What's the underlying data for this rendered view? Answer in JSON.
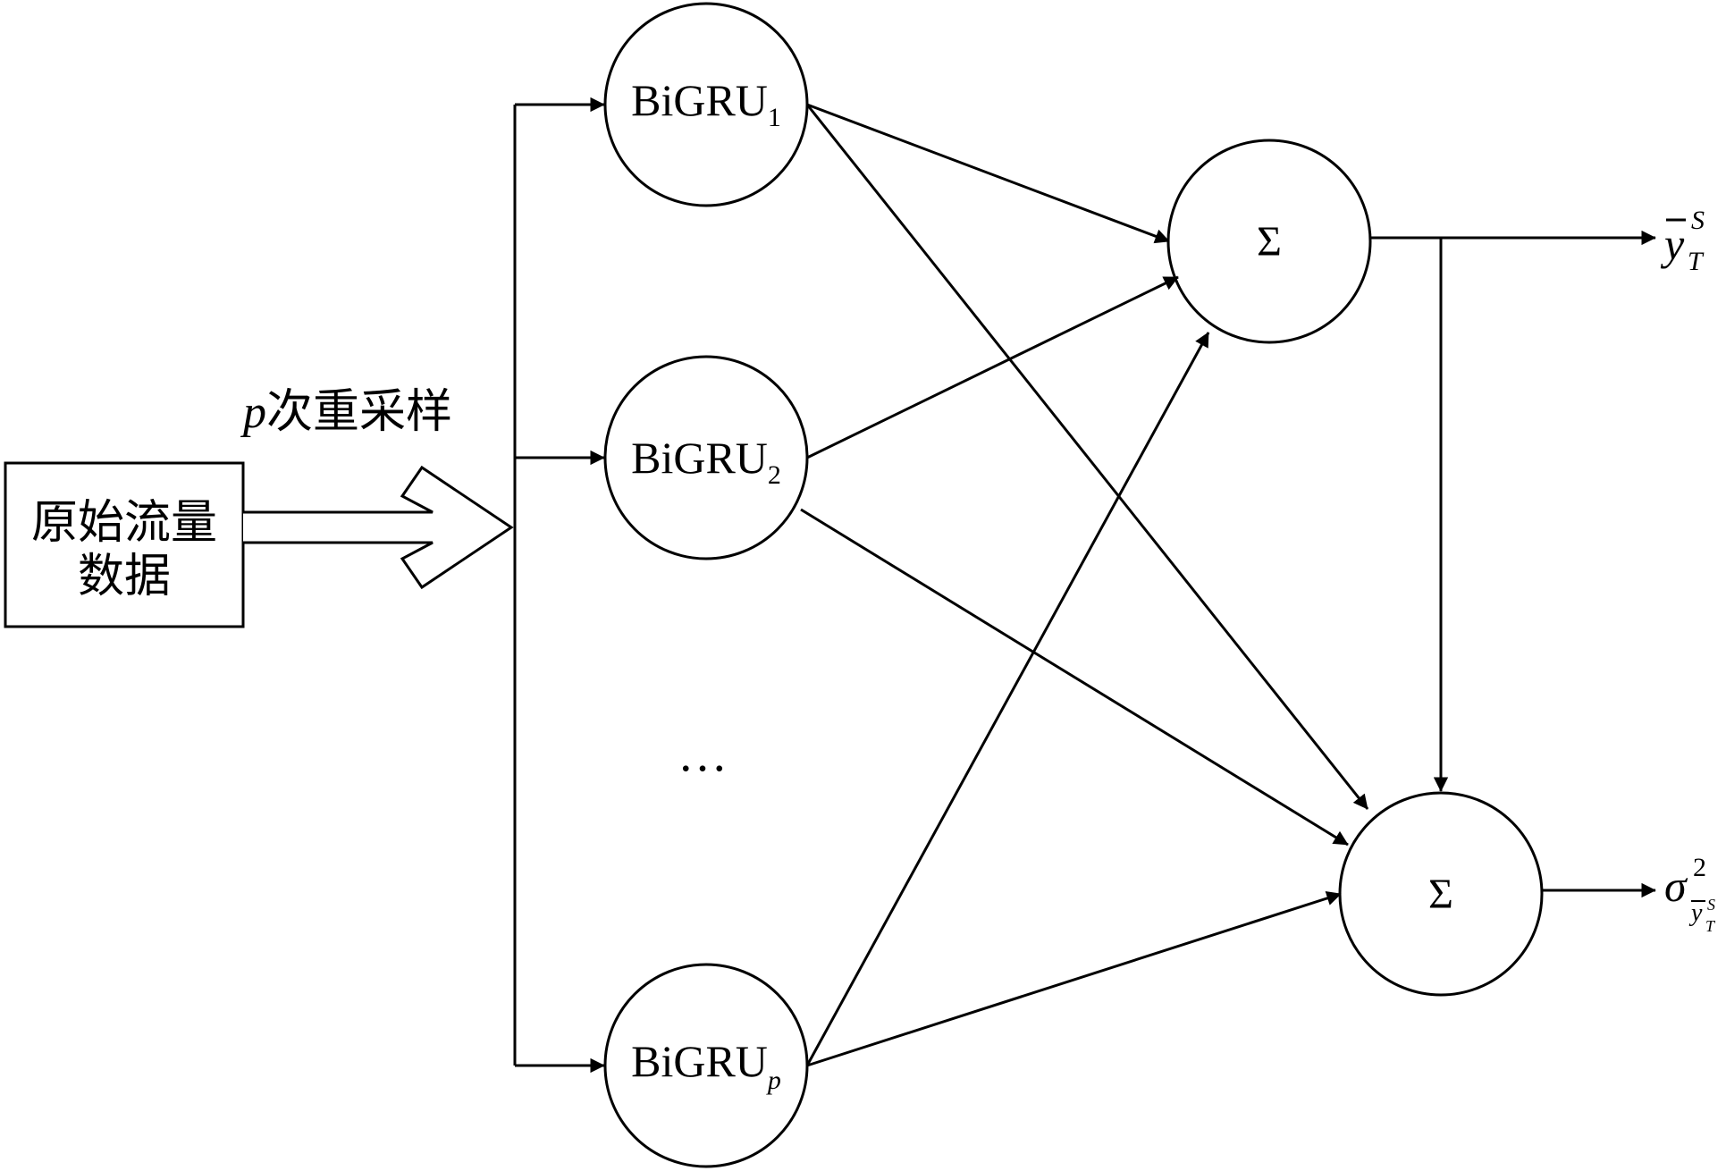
{
  "source": {
    "line1": "原始流量",
    "line2": "数据"
  },
  "resample_label": {
    "var": "p",
    "text": "次重采样"
  },
  "models": [
    {
      "base": "BiGRU",
      "sub": "1"
    },
    {
      "base": "BiGRU",
      "sub": "2"
    },
    {
      "base": "BiGRU",
      "sub": "p"
    }
  ],
  "ellipsis": "…",
  "sum_nodes": {
    "mean_symbol": "Σ",
    "variance_symbol": "Σ"
  },
  "outputs": {
    "mean": {
      "base": "y",
      "sub": "T",
      "sup": "S"
    },
    "variance": {
      "base": "σ",
      "sup": "2",
      "sub_base": "y",
      "sub_sub": "T",
      "sub_sup": "S"
    }
  },
  "colors": {
    "stroke": "#000000",
    "background": "#ffffff"
  }
}
